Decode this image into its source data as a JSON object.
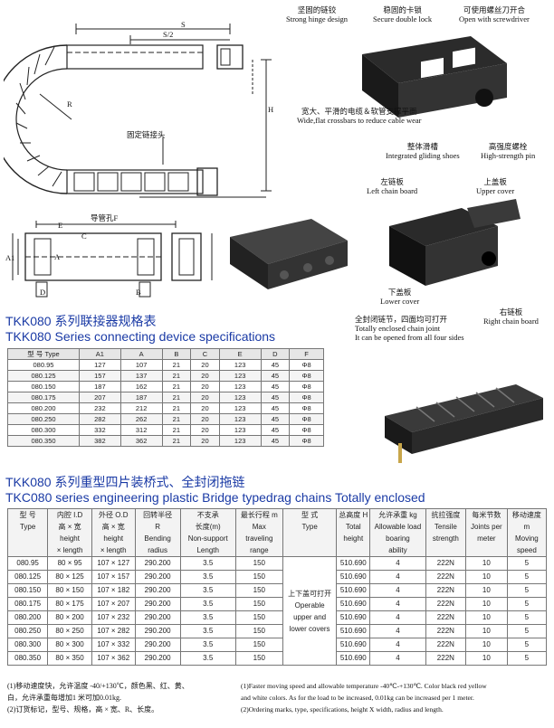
{
  "diagram_labels": {
    "s": "S",
    "s2": "S/2",
    "r": "R",
    "h": "H",
    "a": "A",
    "b": "B",
    "c": "C",
    "d": "D",
    "e": "E",
    "a1": "A1",
    "fixed_joint": "固定链接头",
    "guide_hole": "导管孔F"
  },
  "callouts": {
    "hinge_zh": "坚固的链铰",
    "hinge_en": "Strong hinge design",
    "lock_zh": "稳固的卡锁",
    "lock_en": "Secure double lock",
    "screwdriver_zh": "可使用螺丝刀开合",
    "screwdriver_en": "Open with screwdriver",
    "crossbar_zh": "宽大、平滑的电缆＆软管支撑平面",
    "crossbar_en": "Wide,flat crossbars to reduce cable wear",
    "gliding_zh": "整体滑槽",
    "gliding_en": "Integrated gliding shoes",
    "pin_zh": "高强度螺栓",
    "pin_en": "High-strength pin",
    "left_board_zh": "左链板",
    "left_board_en": "Left chain board",
    "upper_cover_zh": "上盖板",
    "upper_cover_en": "Upper cover",
    "lower_cover_zh": "下盖板",
    "lower_cover_en": "Lower cover",
    "right_board_zh": "右链板",
    "right_board_en": "Right chain board",
    "enclosed_zh": "全封闭链节，四面均可打开",
    "enclosed_en1": "Totally enclosed chain joint",
    "enclosed_en2": "It can be opened from all four sides"
  },
  "connector": {
    "title_zh": "TKK080 系列联接器规格表",
    "title_en": "TKK080 Series connecting device specifications",
    "headers": [
      "型 号 Type",
      "A1",
      "A",
      "B",
      "C",
      "E",
      "D",
      "F"
    ],
    "rows": [
      [
        "080.95",
        "127",
        "107",
        "21",
        "20",
        "123",
        "45",
        "Φ8"
      ],
      [
        "080.125",
        "157",
        "137",
        "21",
        "20",
        "123",
        "45",
        "Φ8"
      ],
      [
        "080.150",
        "187",
        "162",
        "21",
        "20",
        "123",
        "45",
        "Φ8"
      ],
      [
        "080.175",
        "207",
        "187",
        "21",
        "20",
        "123",
        "45",
        "Φ8"
      ],
      [
        "080.200",
        "232",
        "212",
        "21",
        "20",
        "123",
        "45",
        "Φ8"
      ],
      [
        "080.250",
        "282",
        "262",
        "21",
        "20",
        "123",
        "45",
        "Φ8"
      ],
      [
        "080.300",
        "332",
        "312",
        "21",
        "20",
        "123",
        "45",
        "Φ8"
      ],
      [
        "080.350",
        "382",
        "362",
        "21",
        "20",
        "123",
        "45",
        "Φ8"
      ]
    ]
  },
  "chain": {
    "title_zh": "TKK080 系列重型四片装桥式、全封闭拖链",
    "title_en": "TKC080 series engineering plastic Bridge typedrag chains Totally enclosed",
    "headers": [
      [
        "型 号",
        "Type"
      ],
      [
        "内腔 I.D",
        "高 × 宽",
        "height",
        "× length"
      ],
      [
        "外径 O.D",
        "高 × 宽",
        "height",
        "× length"
      ],
      [
        "回转半径",
        "R",
        "Bending",
        "radius"
      ],
      [
        "不支承",
        "长度(m)",
        "Non-support",
        "Length"
      ],
      [
        "最长行程 m",
        "Max",
        "traveling",
        "range"
      ],
      [
        "型 式",
        "Type"
      ],
      [
        "总高度 H",
        "Total",
        "height"
      ],
      [
        "允许承重 kg",
        "Allowable load",
        "boaring",
        "ability"
      ],
      [
        "抗拉强度",
        "Tensile",
        "strength"
      ],
      [
        "每米节数",
        "Joints per",
        "meter"
      ],
      [
        "移动速度",
        "m",
        "Moving",
        "speed"
      ]
    ],
    "type_merged": [
      "上下盖可打开",
      "Operable",
      "upper and",
      "lower covers"
    ],
    "rows": [
      [
        "080.95",
        "80 × 95",
        "107 × 127",
        "290.200",
        "3.5",
        "150",
        "510.690",
        "4",
        "222N",
        "10",
        "5"
      ],
      [
        "080.125",
        "80 × 125",
        "107 × 157",
        "290.200",
        "3.5",
        "150",
        "510.690",
        "4",
        "222N",
        "10",
        "5"
      ],
      [
        "080.150",
        "80 × 150",
        "107 × 182",
        "290.200",
        "3.5",
        "150",
        "510.690",
        "4",
        "222N",
        "10",
        "5"
      ],
      [
        "080.175",
        "80 × 175",
        "107 × 207",
        "290.200",
        "3.5",
        "150",
        "510.690",
        "4",
        "222N",
        "10",
        "5"
      ],
      [
        "080.200",
        "80 × 200",
        "107 × 232",
        "290.200",
        "3.5",
        "150",
        "510.690",
        "4",
        "222N",
        "10",
        "5"
      ],
      [
        "080.250",
        "80 × 250",
        "107 × 282",
        "290.200",
        "3.5",
        "150",
        "510.690",
        "4",
        "222N",
        "10",
        "5"
      ],
      [
        "080.300",
        "80 × 300",
        "107 × 332",
        "290.200",
        "3.5",
        "150",
        "510.690",
        "4",
        "222N",
        "10",
        "5"
      ],
      [
        "080.350",
        "80 × 350",
        "107 × 362",
        "290.200",
        "3.5",
        "150",
        "510.690",
        "4",
        "222N",
        "10",
        "5"
      ]
    ]
  },
  "notes": {
    "zh1": "(1)移动速度快，允许温度 -40/+130℃，颜色黑、红、黄、",
    "zh2": "白，允许承重每增加1 米可加0.01kg.",
    "zh3": "(2)订货标记，型号、规格，高 × 宽、R、长度。",
    "en1": "(1)Faster moving speed and allowable temperature -40℃-+130℃. Color black red yellow",
    "en2": "and white colors. As for the load to be increased, 0.01kg can be increased per 1 meter.",
    "en3": "(2)Ordering marks, type, specifications, height X width, radius and length."
  }
}
